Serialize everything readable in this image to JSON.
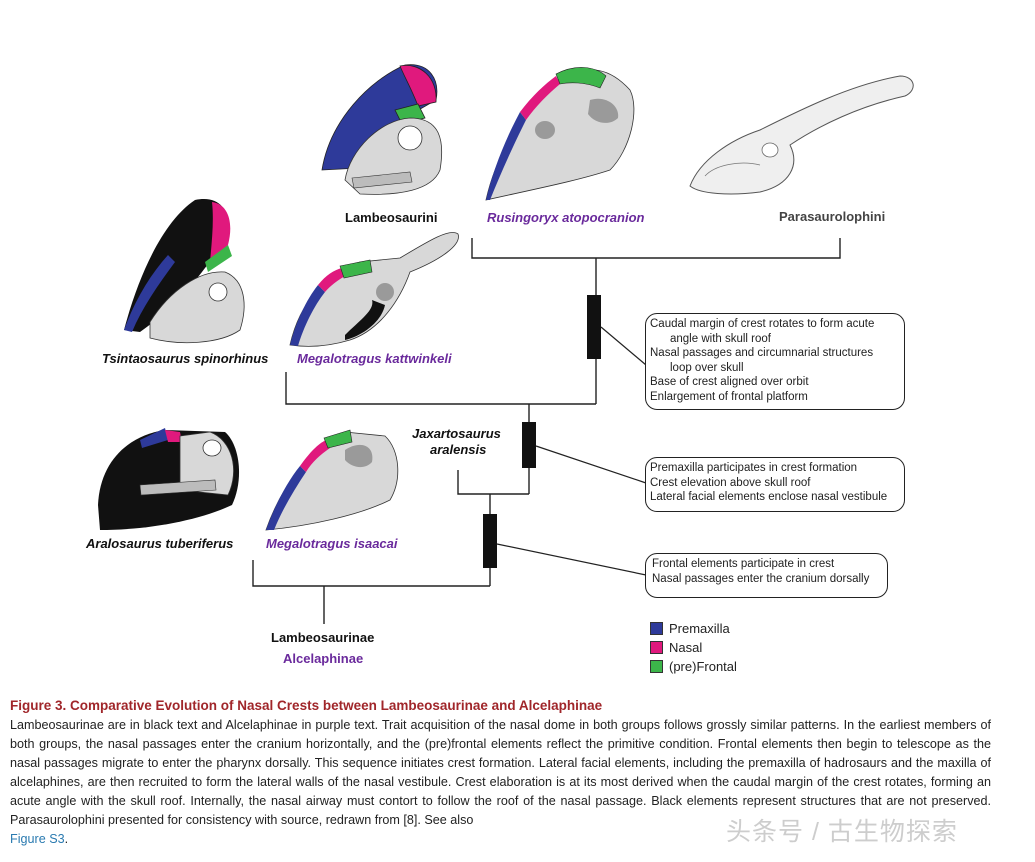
{
  "figure": {
    "taxa": {
      "lambeosaurini": "Lambeosaurini",
      "rusingoryx": "Rusingoryx atopocranion",
      "parasaurolophini": "Parasaurolophini",
      "tsintaosaurus": "Tsintaosaurus spinorhinus",
      "megalotragus_k": "Megalotragus kattwinkeli",
      "jaxartosaurus_1": "Jaxartosaurus",
      "jaxartosaurus_2": "aralensis",
      "aralosaurus": "Aralosaurus tuberiferus",
      "megalotragus_i": "Megalotragus isaacai",
      "lambeosaurinae": "Lambeosaurinae",
      "alcelaphinae": "Alcelaphinae"
    },
    "boxes": {
      "top": [
        "Caudal margin of crest rotates to form acute",
        "angle with skull roof",
        "Nasal passages and circumnarial structures",
        "loop over skull",
        "Base of crest aligned over orbit",
        "Enlargement of frontal platform"
      ],
      "middle": [
        "Premaxilla participates in crest formation",
        "Crest elevation above skull roof",
        "Lateral facial elements enclose nasal vestibule"
      ],
      "bottom": [
        "Frontal elements participate in crest",
        "Nasal passages enter the cranium dorsally"
      ]
    },
    "legend": [
      {
        "label": "Premaxilla",
        "color": "#2e3a9a"
      },
      {
        "label": "Nasal",
        "color": "#e0197d"
      },
      {
        "label": "(pre)Frontal",
        "color": "#3cb54a"
      }
    ],
    "colors": {
      "bone": "#d8d8d8",
      "bone_dark": "#9a9a9a",
      "missing": "#111111",
      "lambeosaurinae_text": "#111111",
      "alcelaphinae_text": "#6a2a9c"
    }
  },
  "caption": {
    "title": "Figure 3.  Comparative Evolution of Nasal Crests between Lambeosaurinae and Alcelaphinae",
    "body": "Lambeosaurinae are in black text and Alcelaphinae in purple text. Trait acquisition of the nasal dome in both groups follows grossly similar patterns. In the earliest members of both groups, the nasal passages enter the cranium horizontally, and the (pre)frontal elements reflect the primitive condition. Frontal elements then begin to telescope as the nasal passages migrate to enter the pharynx dorsally. This sequence initiates crest formation. Lateral facial elements, including the premaxilla of hadrosaurs and the maxilla of alcelaphines, are then recruited to form the lateral walls of the nasal vestibule. Crest elaboration is at its most derived when the caudal margin of the crest rotates, forming an acute angle with the skull roof. Internally, the nasal airway must contort to follow the roof of the nasal passage. Black elements represent structures that are not preserved. Parasaurolophini presented for consistency with source, redrawn from [8]. See also",
    "link": "Figure S3",
    "end": "."
  },
  "watermark": "头条号 / 古生物探索"
}
